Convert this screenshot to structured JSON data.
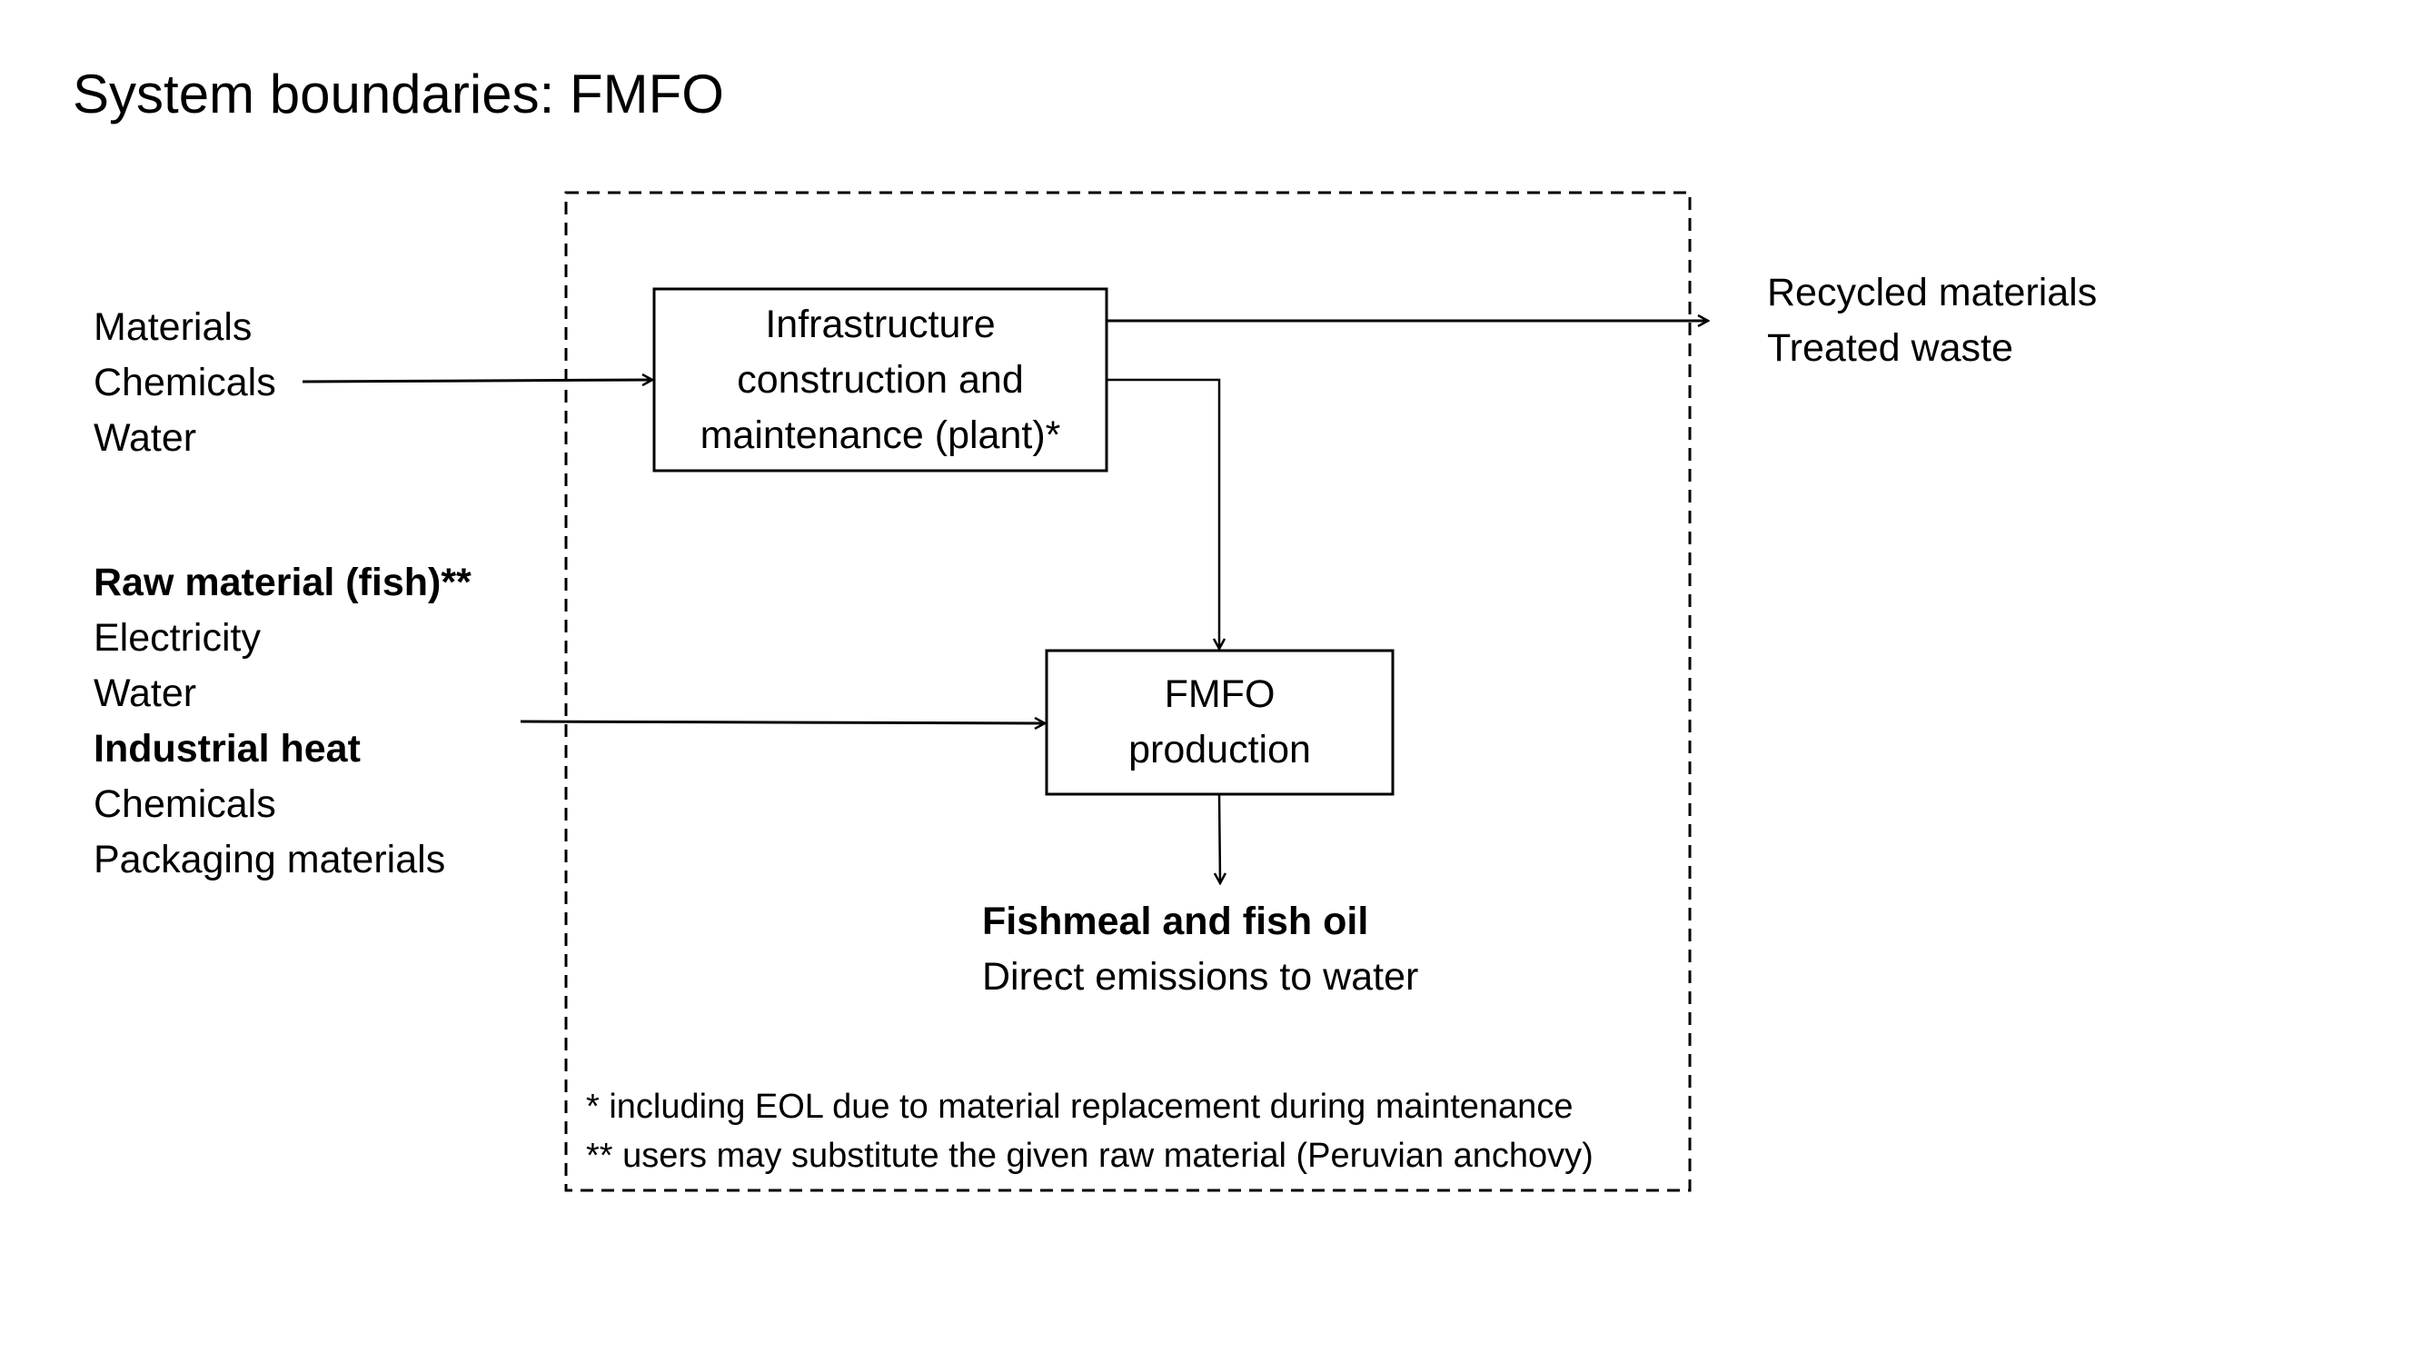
{
  "title": "System boundaries: FMFO",
  "inputs_infrastructure": [
    {
      "label": "Materials",
      "bold": false
    },
    {
      "label": "Chemicals",
      "bold": false
    },
    {
      "label": "Water",
      "bold": false
    }
  ],
  "inputs_production": [
    {
      "label": "Raw material (fish)**",
      "bold": true
    },
    {
      "label": "Electricity",
      "bold": false
    },
    {
      "label": "Water",
      "bold": false
    },
    {
      "label": "Industrial heat",
      "bold": true
    },
    {
      "label": "Chemicals",
      "bold": false
    },
    {
      "label": "Packaging materials",
      "bold": false
    }
  ],
  "processes": {
    "infrastructure": [
      "Infrastructure",
      "construction and",
      "maintenance (plant)*"
    ],
    "production": [
      "FMFO",
      "production"
    ]
  },
  "outputs_infrastructure": [
    "Recycled materials",
    "Treated waste"
  ],
  "outputs_production": [
    {
      "label": "Fishmeal and fish oil",
      "bold": true
    },
    {
      "label": "Direct emissions to water",
      "bold": false
    }
  ],
  "footnotes": [
    "* including EOL due to material replacement during maintenance",
    "** users may substitute the given raw material (Peruvian anchovy)"
  ],
  "colors": {
    "line": "#000000",
    "background": "#ffffff"
  }
}
